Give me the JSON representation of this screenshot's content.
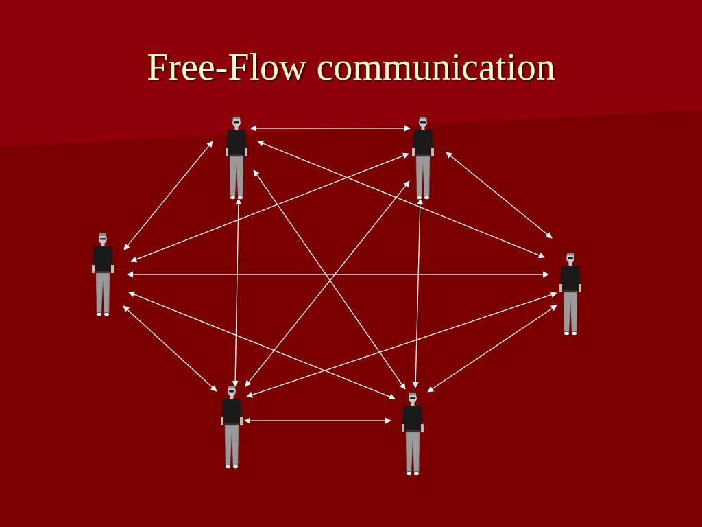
{
  "slide": {
    "title": "Free-Flow communication",
    "colors": {
      "background": "#7a0000",
      "background_highlight": "#8e0008",
      "title_text": "#ffffcc",
      "arrows": "#ffffff",
      "shirt": "#1a1a1a",
      "pants": "#9a9a9a"
    }
  },
  "diagram": {
    "people": [
      {
        "id": "p1",
        "icon": "person-icon"
      },
      {
        "id": "p2",
        "icon": "person-icon"
      },
      {
        "id": "p3",
        "icon": "person-icon"
      },
      {
        "id": "p4",
        "icon": "person-icon"
      },
      {
        "id": "p5",
        "icon": "person-icon"
      },
      {
        "id": "p6",
        "icon": "person-icon"
      }
    ],
    "links": [
      [
        "p1",
        "p2"
      ],
      [
        "p1",
        "p3"
      ],
      [
        "p1",
        "p4"
      ],
      [
        "p1",
        "p5"
      ],
      [
        "p1",
        "p6"
      ],
      [
        "p2",
        "p3"
      ],
      [
        "p2",
        "p4"
      ],
      [
        "p2",
        "p5"
      ],
      [
        "p2",
        "p6"
      ],
      [
        "p3",
        "p4"
      ],
      [
        "p3",
        "p5"
      ],
      [
        "p3",
        "p6"
      ],
      [
        "p4",
        "p5"
      ],
      [
        "p4",
        "p6"
      ],
      [
        "p5",
        "p6"
      ]
    ]
  }
}
